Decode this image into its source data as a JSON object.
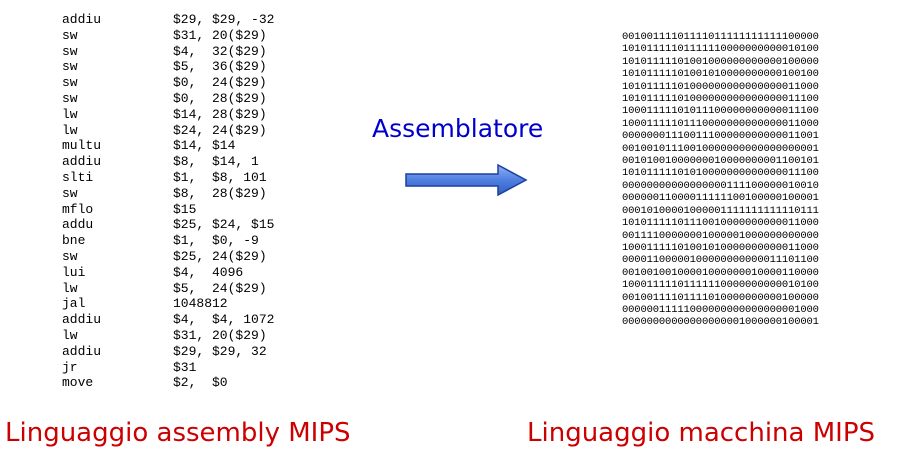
{
  "assembly": [
    {
      "op": "addiu",
      "args": "$29, $29, -32"
    },
    {
      "op": "sw",
      "args": "$31, 20($29)"
    },
    {
      "op": "sw",
      "args": "$4,  32($29)"
    },
    {
      "op": "sw",
      "args": "$5,  36($29)"
    },
    {
      "op": "sw",
      "args": "$0,  24($29)"
    },
    {
      "op": "sw",
      "args": "$0,  28($29)"
    },
    {
      "op": "lw",
      "args": "$14, 28($29)"
    },
    {
      "op": "lw",
      "args": "$24, 24($29)"
    },
    {
      "op": "multu",
      "args": "$14, $14"
    },
    {
      "op": "addiu",
      "args": "$8,  $14, 1"
    },
    {
      "op": "slti",
      "args": "$1,  $8, 101"
    },
    {
      "op": "sw",
      "args": "$8,  28($29)"
    },
    {
      "op": "mflo",
      "args": "$15"
    },
    {
      "op": "addu",
      "args": "$25, $24, $15"
    },
    {
      "op": "bne",
      "args": "$1,  $0, -9"
    },
    {
      "op": "sw",
      "args": "$25, 24($29)"
    },
    {
      "op": "lui",
      "args": "$4,  4096"
    },
    {
      "op": "lw",
      "args": "$5,  24($29)"
    },
    {
      "op": "jal",
      "args": "1048812"
    },
    {
      "op": "addiu",
      "args": "$4,  $4, 1072"
    },
    {
      "op": "lw",
      "args": "$31, 20($29)"
    },
    {
      "op": "addiu",
      "args": "$29, $29, 32"
    },
    {
      "op": "jr",
      "args": "$31"
    },
    {
      "op": "move",
      "args": "$2,  $0"
    }
  ],
  "machine_code": [
    "00100111101111011111111111100000",
    "10101111101111110000000000010100",
    "10101111101001000000000000100000",
    "10101111101001010000000000100100",
    "10101111101000000000000000011000",
    "10101111101000000000000000011100",
    "10001111101011100000000000011100",
    "10001111101110000000000000011000",
    "00000001110011100000000000011001",
    "00100101110010000000000000000001",
    "00101001000000010000000001100101",
    "10101111101010000000000000011100",
    "00000000000000000111100000010010",
    "00000011000011111100100000100001",
    "00010100001000001111111111110111",
    "10101111101110010000000000011000",
    "00111100000001000001000000000000",
    "10001111101001010000000000011000",
    "00001100000100000000000011101100",
    "00100100100001000000010000110000",
    "10001111101111110000000000010100",
    "00100111101111010000000000100000",
    "00000011111000000000000000001000",
    "00000000000000000001000000100001"
  ],
  "arrow_label": "Assemblatore",
  "caption_left": "Linguaggio assembly MIPS",
  "caption_right": "Linguaggio macchina MIPS",
  "colors": {
    "label": "#0000cc",
    "caption": "#cc0000",
    "arrow_fill": "#4f7fe0",
    "arrow_stroke": "#1f3f9f"
  }
}
